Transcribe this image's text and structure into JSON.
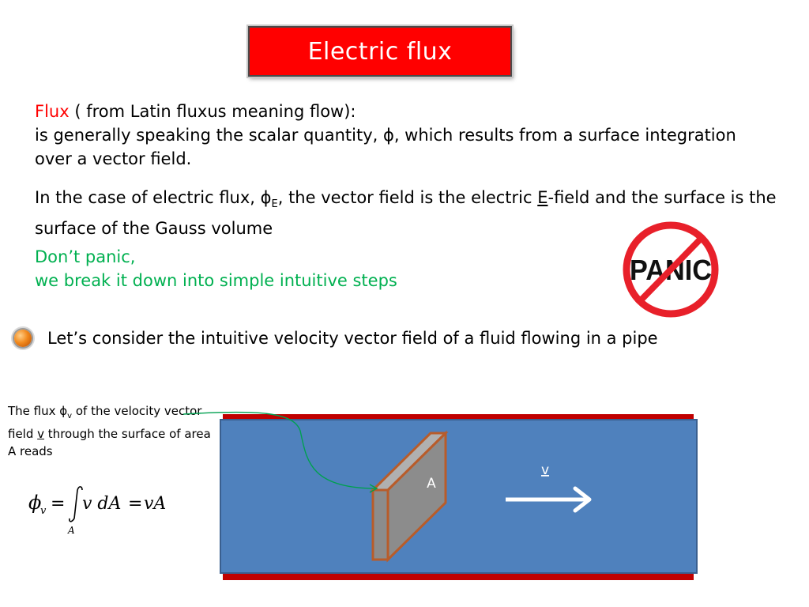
{
  "title": "Electric flux",
  "intro": {
    "flux_word": "Flux",
    "flux_rest": " ( from Latin fluxus meaning flow):",
    "definition": "is generally speaking the scalar quantity, ϕ, which results from a surface integration over a vector field."
  },
  "electric": {
    "part1": "In the case of electric flux, ϕ",
    "sub": "E",
    "part2": ", the vector field is the electric ",
    "e_letter": "E",
    "part3": "-field and the surface is the surface of the Gauss volume"
  },
  "reassure": {
    "line1": "Don’t panic,",
    "line2": "we break it down into simple intuitive steps"
  },
  "panic_sign": {
    "text": "PANIC",
    "ring_color": "#e8202a"
  },
  "bullet": {
    "text": "Let’s consider the intuitive velocity vector field of a fluid flowing in a pipe"
  },
  "side_note": {
    "t1": "The flux ϕ",
    "sub": "v",
    "t2": " of the velocity vector field ",
    "v": "v",
    "t3": " through the surface of area A reads"
  },
  "formula": {
    "phi": "ϕ",
    "sub_v": "v",
    "eq1": "=",
    "integrand": "v dA",
    "eq2": "=",
    "result": "vA",
    "limit": "A"
  },
  "diagram": {
    "area_label": "A",
    "velocity_label": "v",
    "pipe_color": "#4f81bd",
    "wall_color": "#c00000",
    "plate_color": "#8c8c8c",
    "plate_edge": "#b85c2a"
  }
}
